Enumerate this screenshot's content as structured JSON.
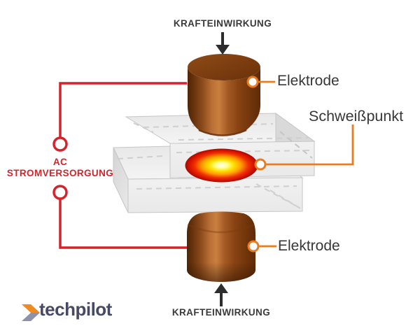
{
  "diagram": {
    "type": "resistance-spot-welding-schematic",
    "labels": {
      "force_top": "KRAFTEINWIRKUNG",
      "force_bottom": "KRAFTEINWIRKUNG",
      "electrode_top": "Elektrode",
      "electrode_bottom": "Elektrode",
      "weld_spot": "Schweißpunkt",
      "power_ac": "AC",
      "power_supply": "STROMVERSORGUNG"
    },
    "icons": {
      "arrow_down": "force applied from top",
      "arrow_up": "force applied from bottom",
      "terminal_circles": "AC supply terminals",
      "callout_circles": "leader-line markers"
    },
    "colors": {
      "wire_red": "#d5232b",
      "leader_orange": "#e87c1e",
      "arrow_dark": "#2d2d2d",
      "label_gray": "#373737",
      "label_bold_gray": "#3a3a3a",
      "copper_highlight": "#c8803f",
      "copper_dark": "#4f2506",
      "copper_top_face": "#7a3a0f",
      "sheet_gray": "#eeeeee",
      "sheet_side_gray": "#d9d9d9",
      "glow_core": "#ffffff",
      "glow_yellow": "#ffe000",
      "glow_orange": "#ff9c00",
      "glow_red": "#d81500",
      "glow_edge": "#a50b00",
      "logo_text": "#474a63",
      "logo_chevron_orange": "#f18a21",
      "logo_chevron_gray": "#8d92a6"
    }
  },
  "logo": {
    "text": "techpilot"
  }
}
